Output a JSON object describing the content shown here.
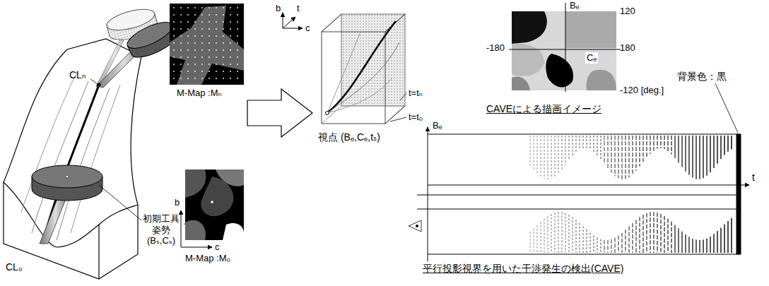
{
  "diagram": {
    "labels": [
      "CLₙ",
      "CL₀",
      "初期工具 姿勢 (Bₛ,Cₛ)",
      "M-Map :Mₙ",
      "M-Map :M₀",
      "b",
      "c",
      "b",
      "t",
      "c",
      "t=tₙ",
      "t=t₀",
      "視点 (Bₑ,Cₑ,tₛ)",
      "Bₑ",
      "120",
      "-180",
      "180",
      "Cₑ",
      "-120 [deg.]",
      "背景色：黒",
      "CAVEによる描画イメージ",
      "Bₑ",
      "t",
      "平行投影視界を用いた干渉発生の検出(CAVE)"
    ]
  }
}
